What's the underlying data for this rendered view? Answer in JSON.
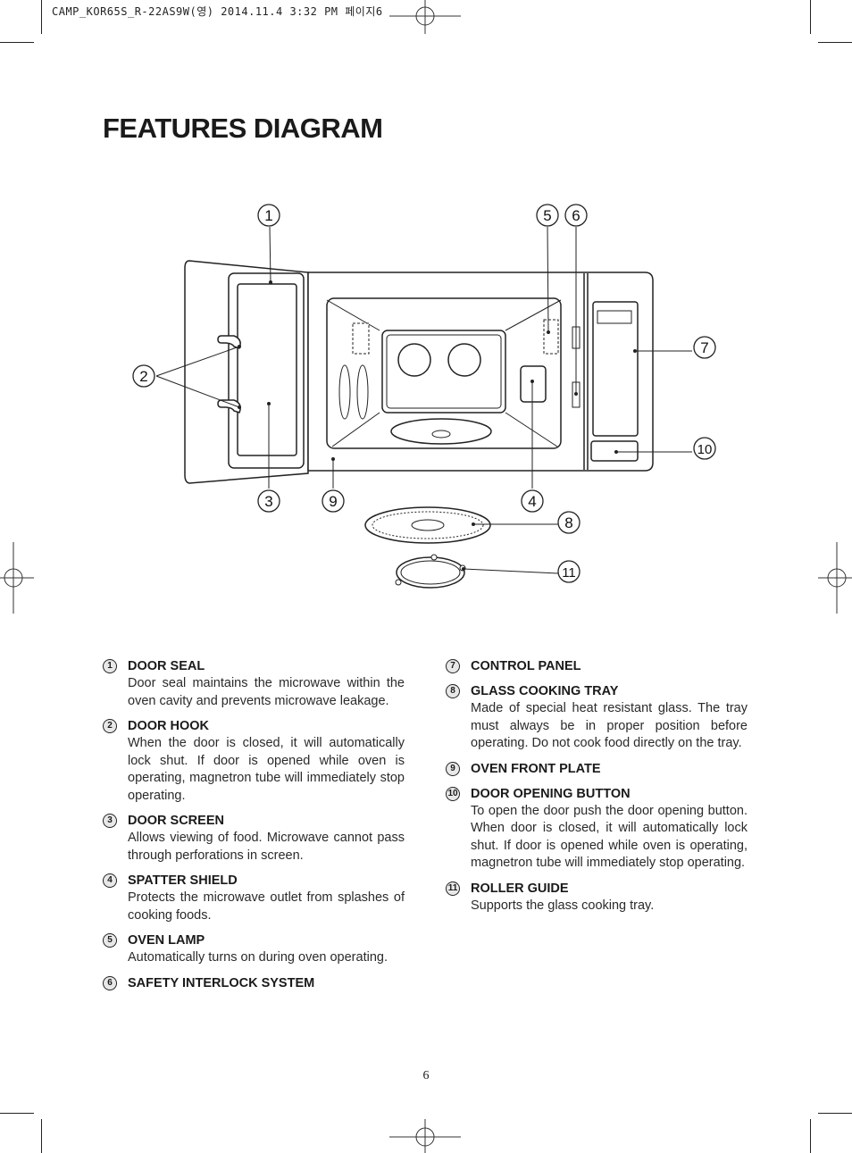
{
  "header_meta": "CAMP_KOR65S_R-22AS9W(영) 2014.11.4 3:32 PM 페이지6",
  "title": "FEATURES DIAGRAM",
  "callouts": [
    "1",
    "2",
    "3",
    "4",
    "5",
    "6",
    "7",
    "8",
    "9",
    "10",
    "11"
  ],
  "items_left": [
    {
      "num": "1",
      "title": "DOOR SEAL",
      "desc": "Door seal maintains the microwave within the oven cavity and prevents microwave leakage."
    },
    {
      "num": "2",
      "title": "DOOR HOOK",
      "desc": "When the door is closed, it will automatically lock shut. If door is opened while oven is operating, magnetron tube will immediately stop operating."
    },
    {
      "num": "3",
      "title": "DOOR SCREEN",
      "desc": "Allows viewing of food. Microwave cannot pass through perforations in screen."
    },
    {
      "num": "4",
      "title": "SPATTER SHIELD",
      "desc": "Protects the microwave outlet from splashes of cooking foods."
    },
    {
      "num": "5",
      "title": "OVEN LAMP",
      "desc": "Automatically turns on during oven operating."
    },
    {
      "num": "6",
      "title": "SAFETY INTERLOCK SYSTEM",
      "desc": ""
    }
  ],
  "items_right": [
    {
      "num": "7",
      "title": "CONTROL PANEL",
      "desc": ""
    },
    {
      "num": "8",
      "title": "GLASS COOKING TRAY",
      "desc": "Made of special heat resistant glass. The tray must always be in proper position before operating. Do not cook food directly on the tray."
    },
    {
      "num": "9",
      "title": "OVEN FRONT PLATE",
      "desc": ""
    },
    {
      "num": "10",
      "title": "DOOR OPENING BUTTON",
      "desc": "To open the door push the door opening button. When door is closed, it will automatically lock shut. If door is opened while oven is operating, magnetron tube will immediately stop operating."
    },
    {
      "num": "11",
      "title": "ROLLER GUIDE",
      "desc": "Supports the glass cooking tray."
    }
  ],
  "page_number": "6"
}
